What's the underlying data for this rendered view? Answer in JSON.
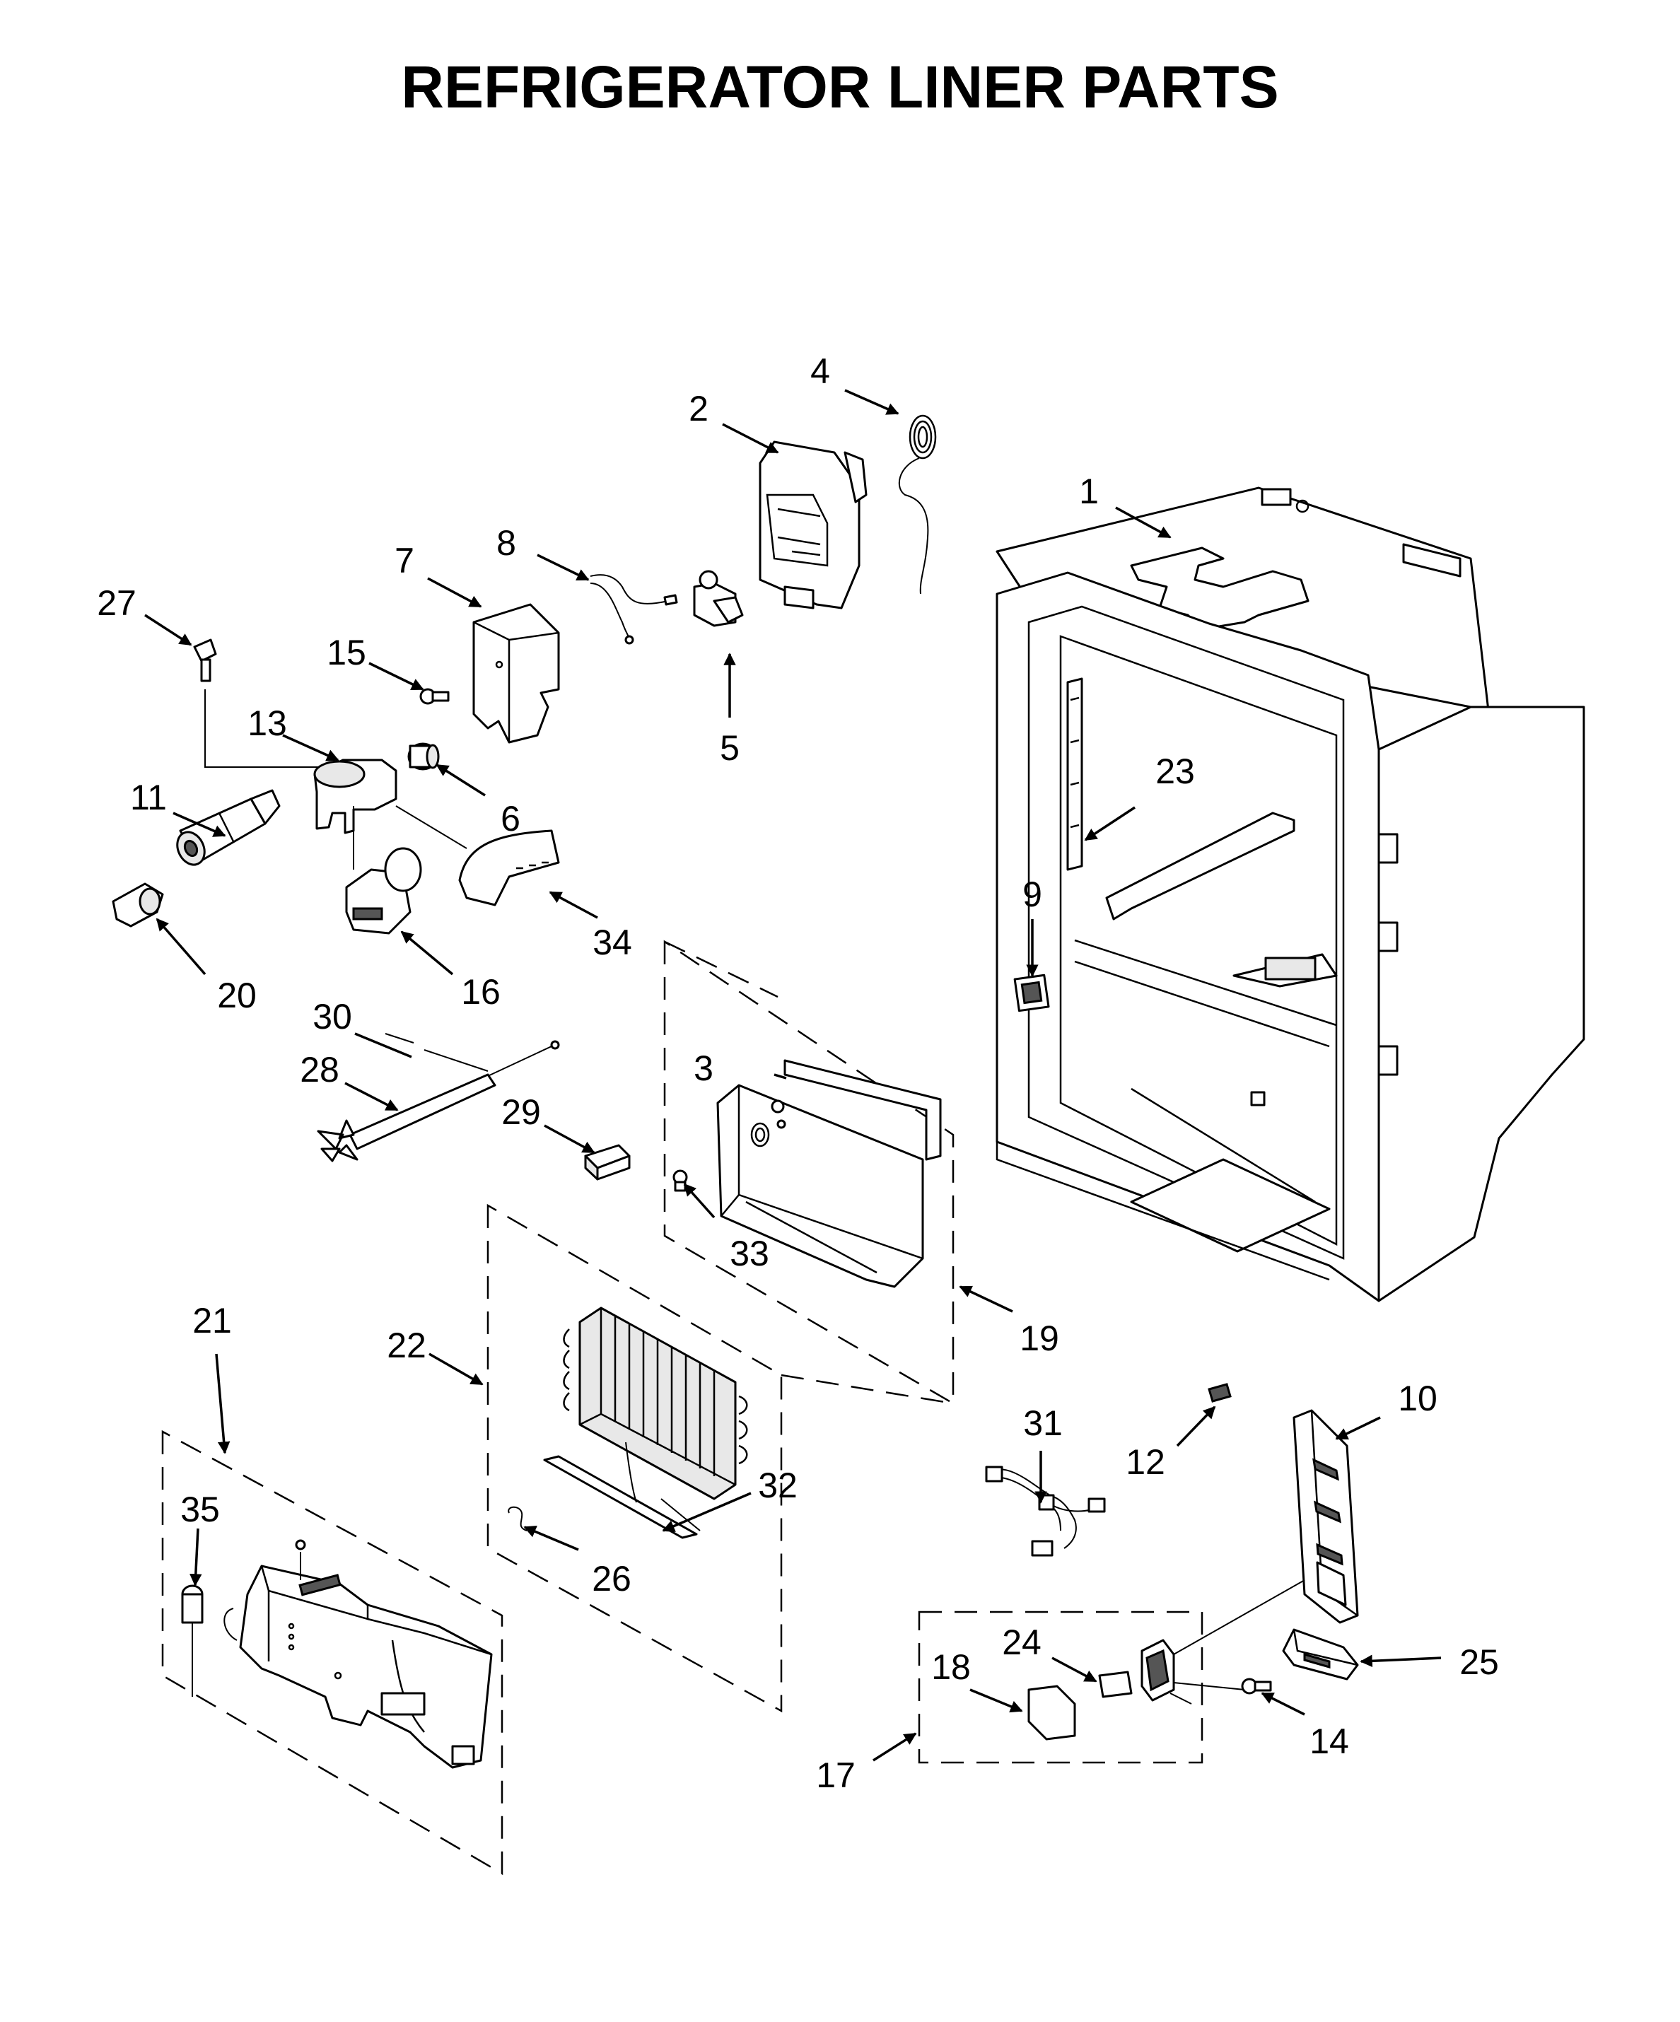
{
  "diagram": {
    "title": "REFRIGERATOR LINER PARTS",
    "callouts": [
      "1",
      "2",
      "3",
      "4",
      "5",
      "6",
      "7",
      "8",
      "9",
      "10",
      "11",
      "12",
      "13",
      "14",
      "15",
      "16",
      "17",
      "18",
      "19",
      "20",
      "21",
      "22",
      "23",
      "24",
      "25",
      "26",
      "27",
      "28",
      "29",
      "30",
      "31",
      "32",
      "33",
      "34",
      "35"
    ]
  }
}
